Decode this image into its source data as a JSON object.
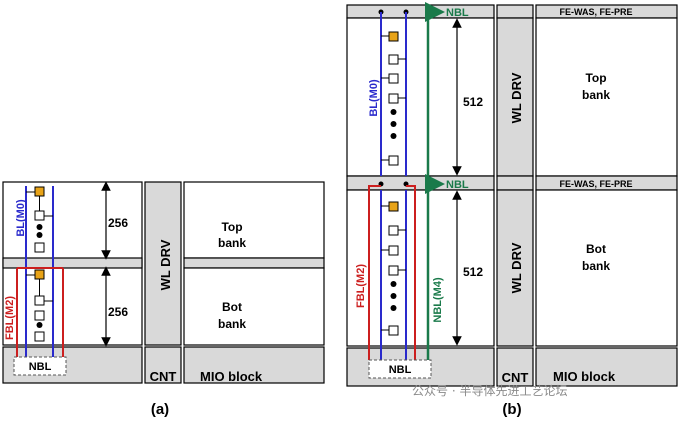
{
  "figure": {
    "panel_a": {
      "caption": "(a)",
      "bitline_label": "BL(M0)",
      "folded_bitline_label": "FBL(M2)",
      "top_cell_count": "256",
      "bot_cell_count": "256",
      "wl_driver_label": "WL DRV",
      "top_bank_label_1": "Top",
      "top_bank_label_2": "bank",
      "bot_bank_label_1": "Bot",
      "bot_bank_label_2": "bank",
      "nbl_label": "NBL",
      "cnt_label": "CNT",
      "mio_label": "MIO block"
    },
    "panel_b": {
      "caption": "(b)",
      "bitline_label": "BL(M0)",
      "folded_bitline_label": "FBL(M2)",
      "nbl_metal_label": "NBL(M4)",
      "top_cell_count": "512",
      "bot_cell_count": "512",
      "top_nbl_arrow_label": "NBL",
      "mid_nbl_arrow_label": "NBL",
      "top_fe_label": "FE-WAS, FE-PRE",
      "mid_fe_label": "FE-WAS, FE-PRE",
      "wl_driver_top_label": "WL DRV",
      "wl_driver_bot_label": "WL DRV",
      "top_bank_label_1": "Top",
      "top_bank_label_2": "bank",
      "bot_bank_label_1": "Bot",
      "bot_bank_label_2": "bank",
      "nbl_label": "NBL",
      "cnt_label": "CNT",
      "mio_label": "MIO block"
    },
    "watermark": "公众号 · 半导体先进工艺论坛",
    "colors": {
      "bitline": "#2a2acc",
      "folded_bitline": "#cc1f1f",
      "nbl": "#1a7a4a",
      "strip": "#d9d9d9",
      "cell_highlight": "#e8a317"
    }
  }
}
